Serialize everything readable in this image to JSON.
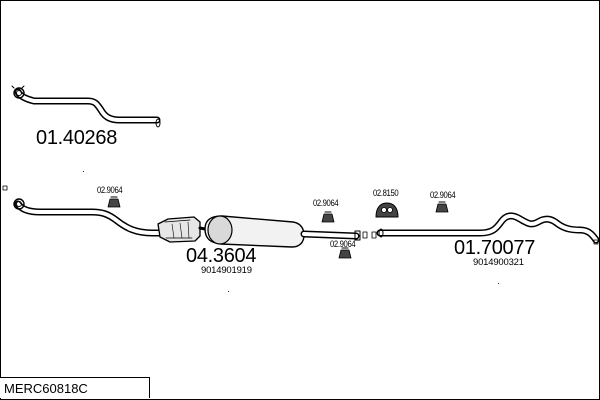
{
  "diagram_code": "MERC60818C",
  "parts": [
    {
      "id": "front-pipe",
      "number": "01.40268",
      "oem": ""
    },
    {
      "id": "centre-silencer",
      "number": "04.3604",
      "oem": "9014901919"
    },
    {
      "id": "rear-silencer",
      "number": "01.70077",
      "oem": "9014900321"
    }
  ],
  "clips": [
    {
      "id": "clip-1",
      "number": "02.9064"
    },
    {
      "id": "clip-2",
      "number": "02.9064"
    },
    {
      "id": "clip-3",
      "number": "02.9064"
    },
    {
      "id": "clip-4",
      "number": "02.9064"
    },
    {
      "id": "rubber-mount",
      "number": "02.8150"
    }
  ]
}
